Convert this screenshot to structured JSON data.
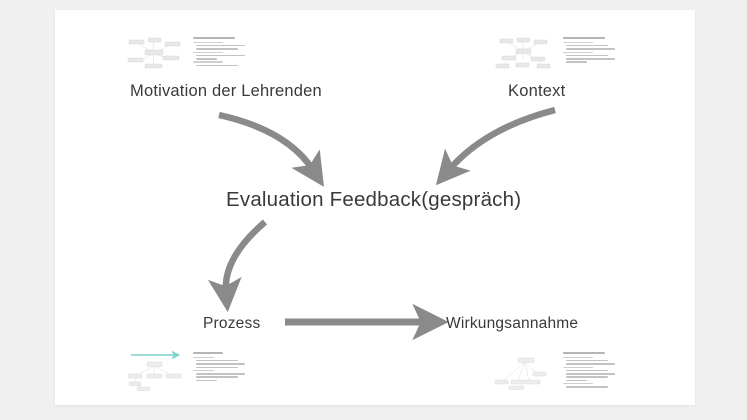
{
  "canvas": {
    "background": "#f0f0f0",
    "slide_background": "#ffffff",
    "text_color": "#3a3a3a",
    "arrow_color": "#8a8a8a",
    "accent_color": "#7fd4cc"
  },
  "diagram": {
    "type": "flow",
    "nodes": [
      {
        "id": "motivation",
        "label": "Motivation der Lehrenden"
      },
      {
        "id": "kontext",
        "label": "Kontext"
      },
      {
        "id": "evaluation",
        "label": "Evaluation Feedback(gespräch)"
      },
      {
        "id": "prozess",
        "label": "Prozess"
      },
      {
        "id": "wirkung",
        "label": "Wirkungsannahme"
      }
    ],
    "edges": [
      {
        "from": "motivation",
        "to": "evaluation",
        "style": "curved"
      },
      {
        "from": "kontext",
        "to": "evaluation",
        "style": "curved"
      },
      {
        "from": "evaluation",
        "to": "prozess",
        "style": "curved"
      },
      {
        "from": "prozess",
        "to": "wirkung",
        "style": "straight"
      }
    ]
  },
  "thumbnails": [
    {
      "id": "thumb-top-left",
      "kind": "mindmap-thumbnail",
      "position": "top-left"
    },
    {
      "id": "thumb-top-right",
      "kind": "nodemap-thumbnail",
      "position": "top-right"
    },
    {
      "id": "thumb-bottom-left",
      "kind": "tree-thumbnail",
      "position": "bottom-left"
    },
    {
      "id": "thumb-bottom-right",
      "kind": "tree-thumbnail",
      "position": "bottom-right"
    }
  ]
}
